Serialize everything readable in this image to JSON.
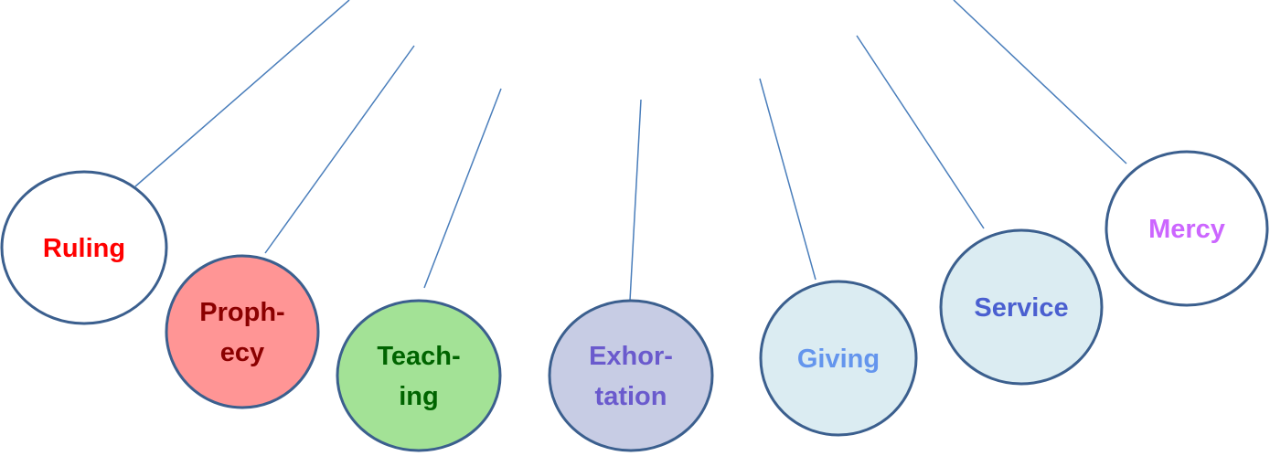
{
  "diagram": {
    "line_color": "#4a7ebb",
    "border_color": "#3b5f8e",
    "nodes": [
      {
        "id": "ruling",
        "lines": [
          "Ruling"
        ],
        "fill": "#ffffff",
        "text_color": "#ff0000"
      },
      {
        "id": "prophecy",
        "lines": [
          "Proph-",
          "ecy"
        ],
        "fill": "#ff9595",
        "text_color": "#8b0000"
      },
      {
        "id": "teaching",
        "lines": [
          "Teach-",
          "ing"
        ],
        "fill": "#a3e296",
        "text_color": "#006400"
      },
      {
        "id": "exhortation",
        "lines": [
          "Exhor-",
          "tation"
        ],
        "fill": "#c7cce4",
        "text_color": "#6a5acd"
      },
      {
        "id": "giving",
        "lines": [
          "Giving"
        ],
        "fill": "#dbecf2",
        "text_color": "#6495ed"
      },
      {
        "id": "service",
        "lines": [
          "Service"
        ],
        "fill": "#dbecf2",
        "text_color": "#4a5fd0"
      },
      {
        "id": "mercy",
        "lines": [
          "Mercy"
        ],
        "fill": "#ffffff",
        "text_color": "#cc66ff"
      }
    ]
  }
}
